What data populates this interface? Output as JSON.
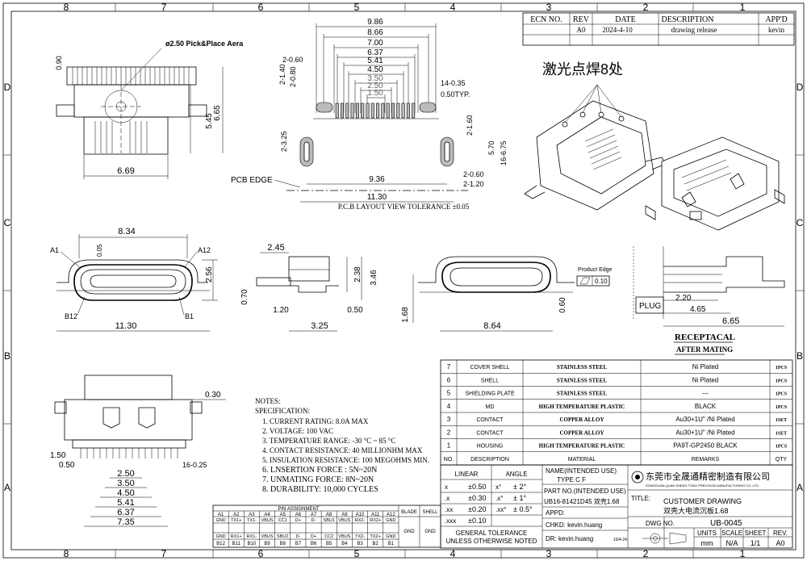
{
  "frame": {
    "cols": [
      "8",
      "7",
      "6",
      "5",
      "4",
      "3",
      "2",
      "1"
    ],
    "rows": [
      "D",
      "C",
      "B",
      "A"
    ]
  },
  "rev_table": {
    "headers": [
      "ECN NO.",
      "REV",
      "DATE",
      "DESCRIPTION",
      "APP'D"
    ],
    "row": [
      "",
      "A0",
      "2024-4-10",
      "drawing release",
      "kevin"
    ]
  },
  "views": {
    "pick_place": "ø2.50 Pick&Place Aera",
    "top_view": {
      "d_0_90": "0.90",
      "d_5_45": "5.45",
      "d_6_65": "6.65",
      "d_6_69": "6.69"
    },
    "pcb_layout": {
      "dims_top": [
        "9.86",
        "8.66",
        "7.00",
        "6.37",
        "5.41",
        "4.50",
        "3.50",
        "2.50",
        "1.50"
      ],
      "left_dims": [
        "2-0.60",
        "2-1.40",
        "2-0.80",
        "2-3.25"
      ],
      "right_top": [
        "14-0.35",
        "0.50TYP."
      ],
      "right_dims": [
        "2-1.60",
        "5.70",
        "16-6.75",
        "2-0.60",
        "2-1.20"
      ],
      "pcb_edge": "PCB EDGE",
      "d_9_36": "9.36",
      "d_11_30": "11.30",
      "caption": "P.C.B LAYOUT VIEW TOLERANCE ±0.05"
    },
    "laser_note": "激光点焊8处",
    "front_view": {
      "d_8_34": "8.34",
      "d_0_05": "0.05",
      "a1": "A1",
      "a12": "A12",
      "b12": "B12",
      "b1": "B1",
      "d_2_56": "2.56",
      "d_11_30": "11.30"
    },
    "side_view": {
      "d_2_45": "2.45",
      "d_2_38": "2.38",
      "d_3_46": "3.46",
      "d_0_70": "0.70",
      "d_1_20": "1.20",
      "d_0_50": "0.50",
      "d_3_25": "3.25"
    },
    "flat_view": {
      "d_1_68": "1.68",
      "d_8_64": "8.64",
      "d_0_60": "0.60",
      "product_edge": "Product Edge",
      "flatness": "0.10"
    },
    "mating_view": {
      "plug": "PLUG",
      "d_2_20": "2.20",
      "d_4_65": "4.65",
      "d_6_65": "6.65",
      "receptacal": "RECEPTACAL",
      "after_mating": "AFTER MATING"
    },
    "bottom_view": {
      "d_0_30": "0.30",
      "d_1_50": "1.50",
      "d_0_50": "0.50",
      "d_16_025": "16-0.25",
      "dims": [
        "2.50",
        "3.50",
        "4.50",
        "5.41",
        "6.37",
        "7.35"
      ]
    }
  },
  "notes": {
    "title": "NOTES:",
    "spec": "SPECIFICATION:",
    "items": [
      "1. CURRENT RATING: 8.0A MAX",
      "2. VOLTAGE: 100 VAC",
      "3. TEMPERATURE RANGE: -30 °C ~ 85 °C",
      "4. CONTACT RESISTANCE: 40 MILLIONHM MAX",
      "5. INSULATION RESISTANCE: 100 MEGOHMS MIN.",
      "6. LNSERTION FORCE : 5N~20N",
      "7. UNMATING FORCE: 8N~20N",
      "8. DURABILITY: 10,000 CYCLES"
    ]
  },
  "pin_table": {
    "title": "PIN ASSIGNMENT",
    "top_pins": [
      "A1",
      "A2",
      "A3",
      "A4",
      "A5",
      "A6",
      "A7",
      "A8",
      "A9",
      "A10",
      "A11",
      "A12"
    ],
    "top_signals": [
      "GND",
      "TX1+",
      "TX1-",
      "VBUS",
      "CC1",
      "D+",
      "D-",
      "SBU1",
      "VBUS",
      "RX2-",
      "RX2+",
      "GND"
    ],
    "bottom_signals": [
      "GND",
      "RX1+",
      "RX1-",
      "VBUS",
      "SBU2",
      "D-",
      "D+",
      "CC2",
      "VBUS",
      "TX2-",
      "TX2+",
      "GND"
    ],
    "bottom_pins": [
      "B12",
      "B11",
      "B10",
      "B9",
      "B8",
      "B7",
      "B6",
      "B5",
      "B4",
      "B3",
      "B2",
      "B1"
    ],
    "blade": "BLADE",
    "shell": "SHELL",
    "blade_val": "GND",
    "shell_val": "GND"
  },
  "bom": {
    "rows": [
      [
        "7",
        "COVER SHELL",
        "STAINLESS STEEL",
        "Ni Plated",
        "1PCS"
      ],
      [
        "6",
        "SHELL",
        "STAINLESS STEEL",
        "Ni Plated",
        "1PCS"
      ],
      [
        "5",
        "SHIELDING PLATE",
        "STAINLESS STEEL",
        "---",
        "1PCS"
      ],
      [
        "4",
        "MD",
        "HIGH TEMPERATURE PLASTIC",
        "BLACK",
        "1PCS"
      ],
      [
        "3",
        "CONTACT",
        "COPPER ALLOY",
        "Au30+1U\" /Ni Plated",
        "1SET"
      ],
      [
        "2",
        "CONTACT",
        "COPPER ALLOY",
        "Au30+1U\" /Ni Plated",
        "1SET"
      ],
      [
        "1",
        "HOUSING",
        "HIGH TEMPERATURE PLASTIC",
        "PA9T-GP2450 BLACK",
        "1PCS"
      ]
    ],
    "header": [
      "NO.",
      "DESCRIPTION",
      "MATERIAL",
      "REMARKS",
      "QTY"
    ]
  },
  "title_block": {
    "linear": "LINEAR",
    "angle": "ANGLE",
    "tol_rows": [
      [
        "x",
        "±0.50",
        "x°",
        "± 2°"
      ],
      [
        ".x",
        "±0.30",
        ".x°",
        "± 1°"
      ],
      [
        ".xx",
        "±0.20",
        ".xx°",
        "± 0.5°"
      ],
      [
        ".xxx",
        "±0.10",
        "",
        ""
      ]
    ],
    "gen_tol_1": "GENERAL TOLERANCE",
    "gen_tol_2": "UNLESS OTHERWISE NOTED",
    "name_label": "NAME(INTENDED USE)",
    "name_val": "TYPE C F",
    "part_label": "PART NO.(INTENDED USE)",
    "part_val": "UB16-81421D45  双壳1.68",
    "appd": "APPD:",
    "chkd": "CHKD:  kevin.huang",
    "dr": "DR:   kevin.huang",
    "dr_date": "10/4-24",
    "company_cn": "东莞市全晟通精密制造有限公司",
    "company_en": "DONGGUAN QUAN SHENG TONG PRECISION MANUFACTURING CO.,LTD.",
    "title_label": "TITLE:",
    "title_val1": "CUSTOMER DRAWING",
    "title_val2": "双壳大电流沉板1.68",
    "dwg_label": "DWG NO.",
    "dwg_val": "UB-0045",
    "units_h": [
      "UNITS",
      "SCALE",
      "SHEET",
      "REV."
    ],
    "units_v": [
      "mm",
      "N/A",
      "1/1",
      "A0"
    ]
  }
}
